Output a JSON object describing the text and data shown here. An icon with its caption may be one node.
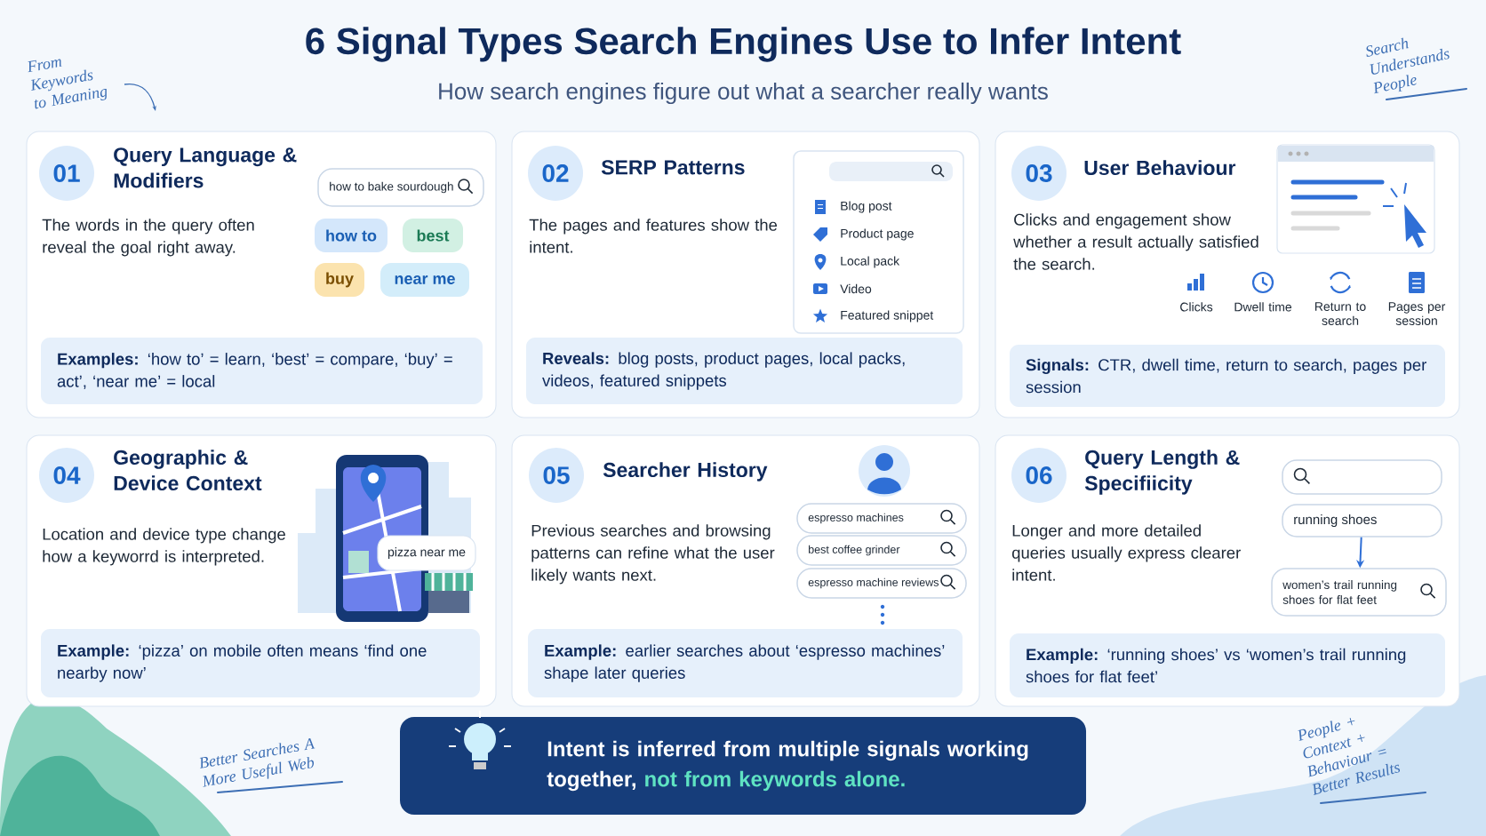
{
  "diagram": {
    "title": "6 Signal Types Search Engines Use to Infer Intent",
    "nodes": [
      {
        "text": [
          "Query Language & Modifiers",
          "The words in the query often reveal the goal right away."
        ]
      },
      {
        "text": [
          "01"
        ],
        "in": 0
      },
      {
        "text": [
          "how to bake sourdough"
        ],
        "in": 0
      },
      {
        "text": [
          "how to"
        ],
        "in": 0
      },
      {
        "text": [
          "best"
        ],
        "in": 0
      },
      {
        "text": [
          "buy"
        ],
        "in": 0
      },
      {
        "text": [
          "near me"
        ],
        "in": 0
      },
      {
        "text": [
          "**Examples:** ‘how to’ = learn, ‘best’ = compare, ‘buy’ = act’, ‘near me’ = local"
        ],
        "in": 0
      },
      {
        "text": [
          "SERP Patterns",
          "The pages and features show the intent."
        ]
      },
      {
        "text": [
          "02"
        ],
        "in": 8
      },
      {
        "text": [
          "Blog post",
          "Product page",
          "Local pack",
          "Video",
          "Featured snippet"
        ],
        "in": 8
      },
      {
        "text": [
          "**Reveals:** blog posts, product pages, local packs, videos, featured snippets"
        ],
        "in": 8
      },
      {
        "text": [
          "User Behaviour",
          "Clicks and engagement show whether a result actually satisfied the search."
        ]
      },
      {
        "text": [
          "03"
        ],
        "in": 12
      },
      {
        "text": [
          "**Signals:** CTR, dwell time, return to search, pages per session"
        ],
        "in": 12
      },
      {
        "text": [
          "Geographic & Device Context",
          "Location and device type change how a keyworrd is interpreted."
        ]
      },
      {
        "text": [
          "04"
        ],
        "in": 15
      },
      {
        "text": [
          "pizza near me"
        ],
        "in": 15
      },
      {
        "text": [
          "**Example:** ‘pizza’ on mobile often means ‘find one nearby now’"
        ],
        "in": 15
      },
      {
        "text": [
          "Searcher History",
          "Previous searches and browsing patterns can refine what the user likely wants next."
        ]
      },
      {
        "text": [
          "05"
        ],
        "in": 19
      },
      {
        "text": [
          "espresso machines"
        ],
        "in": 19
      },
      {
        "text": [
          "best coffee grinder"
        ],
        "in": 19
      },
      {
        "text": [
          "espresso machine reviews"
        ],
        "in": 19
      },
      {
        "text": [
          "**Example:** earlier searches about ‘espresso machines’ shape later queries"
        ],
        "in": 19
      },
      {
        "text": [
          "Query Length & Specifiicity",
          "Longer and more detailed queries usually express clearer intent."
        ]
      },
      {
        "text": [
          "06"
        ],
        "in": 25
      },
      {
        "text": [],
        "shape": "box",
        "in": 25
      },
      {
        "text": [
          "running shoes"
        ],
        "in": 25
      },
      {
        "text": [
          "women’s trail running shoes for flat feet"
        ],
        "in": 25
      },
      {
        "text": [
          "**Example:** ‘running shoes’ vs ‘women’s trail running shoes for flat feet’"
        ],
        "in": 25
      },
      {
        "text": [
          "Intent is inferred from multiple signals working together,",
          "not from keywords alone."
        ]
      }
    ],
    "edges": [
      {
        "from": 28,
        "to": 29,
        "arrow": "to"
      }
    ],
    "labels": [
      "From Keywords to Meaning",
      "Search Understands People",
      "How search engines figure out what a searcher really wants",
      "Clicks",
      "Dwell time",
      "Return to search",
      "Pages per session",
      "Better Searches A More Useful Web",
      "People + Context + Behaviour = Better Results"
    ]
  }
}
